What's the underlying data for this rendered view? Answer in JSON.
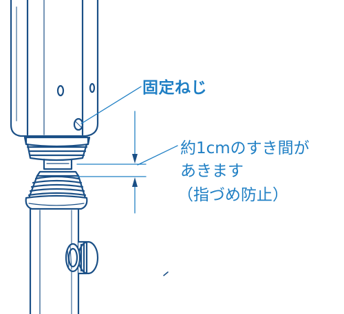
{
  "callouts": {
    "screw": "固定ねじ",
    "gap_line1": "約1cmのすき間が",
    "gap_line2": "あきます",
    "gap_line3": "（指づめ防止）"
  },
  "colors": {
    "outline": "#1a4f86",
    "label": "#1f7fc4",
    "background": "#ffffff"
  }
}
